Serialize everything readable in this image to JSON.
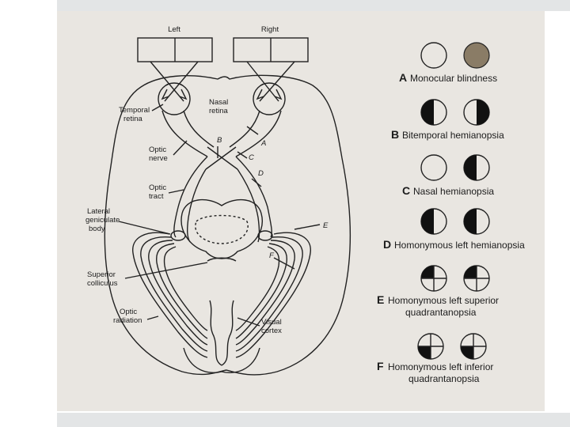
{
  "fields": {
    "left": "Left",
    "right": "Right"
  },
  "labels": {
    "temporal_retina": [
      "Temporal",
      "retina"
    ],
    "nasal_retina": [
      "Nasal",
      "retina"
    ],
    "optic_nerve": [
      "Optic",
      "nerve"
    ],
    "optic_tract": [
      "Optic",
      "tract"
    ],
    "lgb": [
      "Lateral",
      "geniculate",
      "body"
    ],
    "superior_colliculus": [
      "Superior",
      "colliculus"
    ],
    "optic_radiation": [
      "Optic",
      "radiation"
    ],
    "visual_cortex": [
      "Visual",
      "cortex"
    ],
    "lesions": [
      "A",
      "B",
      "C",
      "D",
      "E",
      "F"
    ]
  },
  "deficits": [
    {
      "letter": "A",
      "lines": [
        "Monocular blindness"
      ]
    },
    {
      "letter": "B",
      "lines": [
        "Bitemporal hemianopsia"
      ]
    },
    {
      "letter": "C",
      "lines": [
        "Nasal hemianopsia"
      ]
    },
    {
      "letter": "D",
      "lines": [
        "Homonymous left hemianopsia"
      ]
    },
    {
      "letter": "E",
      "lines": [
        "Homonymous left superior",
        "quadrantanopsia"
      ]
    },
    {
      "letter": "F",
      "lines": [
        "Homonymous left inferior",
        "quadrantanopsia"
      ]
    }
  ],
  "colors": {
    "background": "#ffffff",
    "paper": "#e9e6e1",
    "bars": "#e3e5e6",
    "ink": "#1c1c1c",
    "dark_fill": "#111111",
    "blind_fill": "#8a7c66"
  }
}
